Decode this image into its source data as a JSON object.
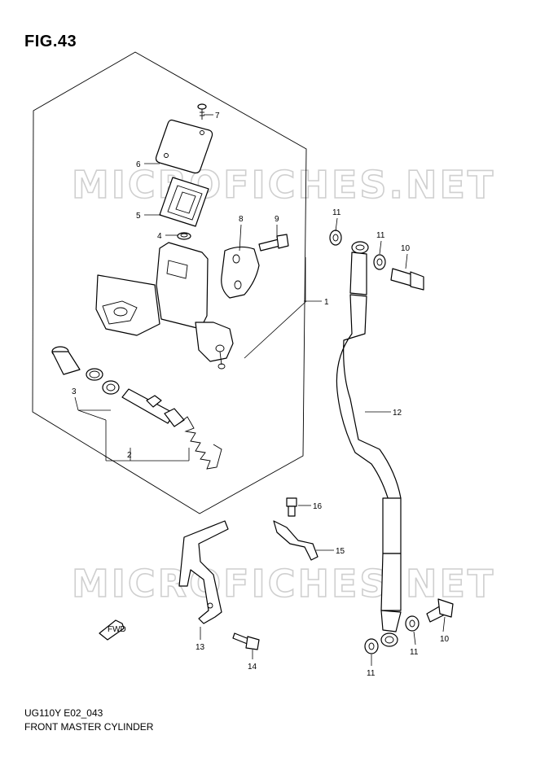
{
  "figure": {
    "title": "FIG.43"
  },
  "footer": {
    "code": "UG110Y E02_043",
    "name": "FRONT MASTER CYLINDER"
  },
  "watermark": "MICROFICHES.NET",
  "direction_label": "FWD",
  "callouts": {
    "c1": "1",
    "c2": "2",
    "c3": "3",
    "c4": "4",
    "c5": "5",
    "c6": "6",
    "c7": "7",
    "c8": "8",
    "c9": "9",
    "c10a": "10",
    "c10b": "10",
    "c11a": "11",
    "c11b": "11",
    "c11c": "11",
    "c11d": "11",
    "c12": "12",
    "c13": "13",
    "c14": "14",
    "c15": "15",
    "c16": "16"
  }
}
